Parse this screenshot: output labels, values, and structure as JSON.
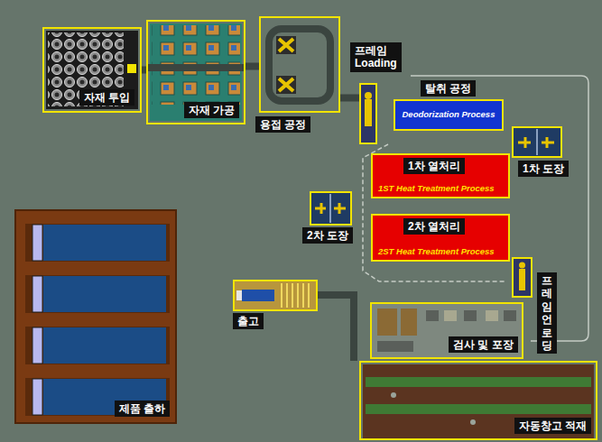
{
  "diagram": {
    "nodes": [
      {
        "text": [
          "자재 투입"
        ]
      },
      {
        "text": [
          "자재 가공"
        ]
      },
      {
        "text": [
          "용접 공정"
        ]
      },
      {
        "text": [
          "프레임 Loading"
        ]
      },
      {
        "text": [
          "탈취 공정",
          "Deodorization Process"
        ]
      },
      {
        "text": [
          "1차 도장"
        ]
      },
      {
        "text": [
          "1차 열처리",
          "1ST Heat Treatment Process"
        ]
      },
      {
        "text": [
          "2차 도장"
        ]
      },
      {
        "text": [
          "2차 열처리",
          "2ST Heat Treatment Process"
        ]
      },
      {
        "text": [
          "프레임 언 로딩"
        ]
      },
      {
        "text": [
          "제품 출하"
        ]
      },
      {
        "text": [
          "출고"
        ]
      },
      {
        "text": [
          "검사 및 포장"
        ]
      },
      {
        "text": [
          "자동창고 적재"
        ]
      }
    ],
    "edges": [
      {
        "from": 0,
        "to": 1,
        "arrow": "none"
      },
      {
        "from": 1,
        "to": 2,
        "arrow": "none"
      },
      {
        "from": 2,
        "to": 3,
        "arrow": "none"
      }
    ]
  }
}
